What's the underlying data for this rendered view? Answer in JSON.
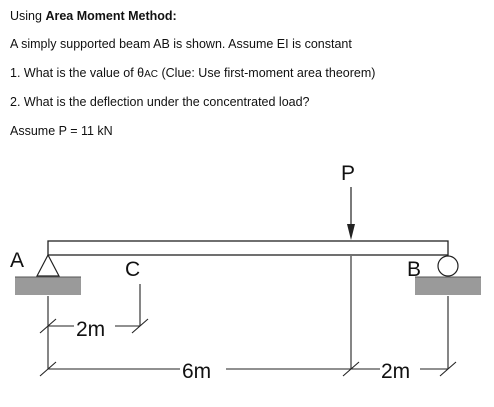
{
  "problem": {
    "line1_prefix": "Using ",
    "line1_bold": "Area Moment Method:",
    "line2": "A simply supported beam AB is shown. Assume EI is constant",
    "line3_prefix": "1. What is the value of θ",
    "line3_sub": "AC",
    "line3_suffix": " (Clue: Use first-moment area theorem)",
    "line4": "2. What is the deflection under the concentrated load?",
    "line5": "Assume P = 11 kN"
  },
  "diagram": {
    "load_label": "P",
    "support_a_label": "A",
    "point_c_label": "C",
    "support_b_label": "B",
    "dim_ac": "2m",
    "dim_ap": "6m",
    "dim_pb": "2m",
    "pin_support_icon": "pin-support-icon",
    "roller_support_icon": "roller-support-icon",
    "load_arrow_icon": "down-arrow-icon"
  }
}
